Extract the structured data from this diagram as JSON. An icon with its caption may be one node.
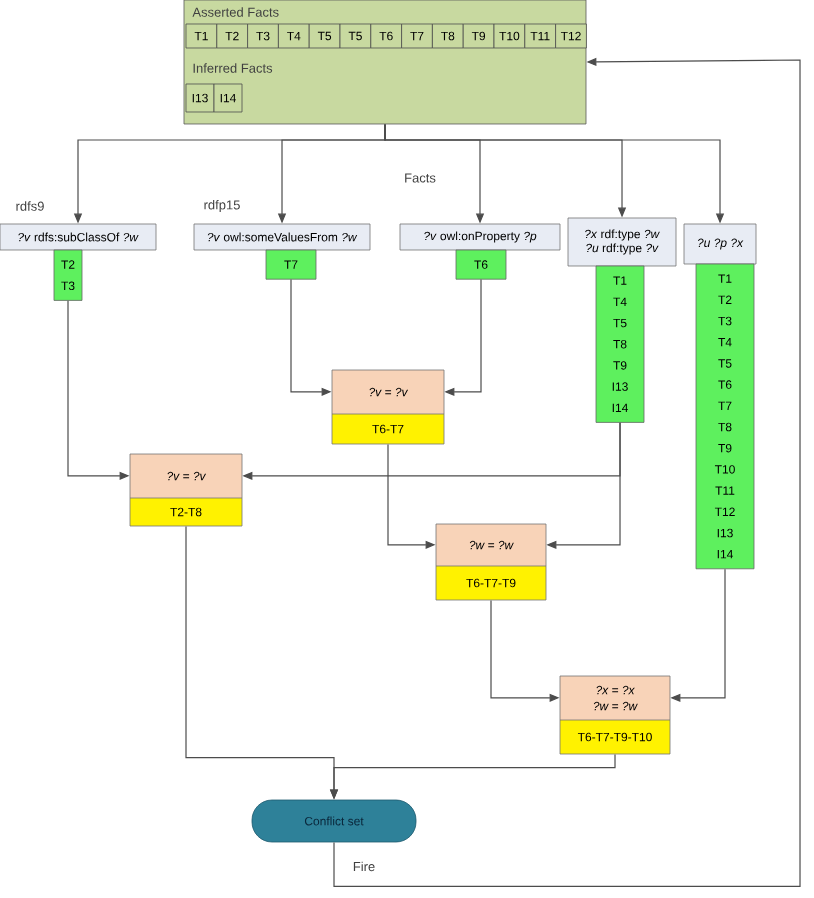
{
  "diagram": {
    "nodes": [
      {
        "text": [
          "Asserted Facts",
          "Inferred Facts"
        ]
      },
      {
        "text": [
          "T1"
        ],
        "in": 0
      },
      {
        "text": [
          "T2"
        ],
        "in": 0
      },
      {
        "text": [
          "T3"
        ],
        "in": 0
      },
      {
        "text": [
          "T4"
        ],
        "in": 0
      },
      {
        "text": [
          "T5"
        ],
        "in": 0
      },
      {
        "text": [
          "T5"
        ],
        "in": 0
      },
      {
        "text": [
          "T6"
        ],
        "in": 0
      },
      {
        "text": [
          "T7"
        ],
        "in": 0
      },
      {
        "text": [
          "T8"
        ],
        "in": 0
      },
      {
        "text": [
          "T9"
        ],
        "in": 0
      },
      {
        "text": [
          "T10"
        ],
        "in": 0
      },
      {
        "text": [
          "T11"
        ],
        "in": 0
      },
      {
        "text": [
          "T12"
        ],
        "in": 0
      },
      {
        "text": [
          "I13"
        ],
        "in": 0
      },
      {
        "text": [
          "I14"
        ],
        "in": 0
      },
      {
        "text": [
          "*?v* rdfs:subClassOf *?w*"
        ],
        "beside": [
          "rdfs9"
        ]
      },
      {
        "text": [
          "T2",
          "T3"
        ]
      },
      {
        "text": [
          "*?v* owl:someValuesFrom *?w*"
        ],
        "beside": [
          "rdfp15"
        ]
      },
      {
        "text": [
          "T7"
        ]
      },
      {
        "text": [
          "*?v* owl:onProperty *?p*"
        ]
      },
      {
        "text": [
          "T6"
        ]
      },
      {
        "text": [
          "*?x* rdf:type *?w*",
          "*?u* rdf:type *?v*"
        ]
      },
      {
        "text": [
          "T1",
          "T4",
          "T5",
          "T8",
          "T9",
          "I13",
          "I14"
        ]
      },
      {
        "text": [
          "?u ?p ?x"
        ]
      },
      {
        "text": [
          "T1",
          "T2",
          "T3",
          "T4",
          "T5",
          "T6",
          "T7",
          "T8",
          "T9",
          "T10",
          "T11",
          "T12",
          "I13",
          "I14"
        ]
      },
      {
        "text": [
          "?v = ?v",
          "T6-T7"
        ]
      },
      {
        "text": [
          "?v = ?v",
          "T2-T8"
        ]
      },
      {
        "text": [
          "?w = ?w",
          "T6-T7-T9"
        ]
      },
      {
        "text": [
          "?x = ?x",
          "?w = ?w",
          "T6-T7-T9-T10"
        ]
      },
      {
        "text": [
          "Conflict set"
        ]
      }
    ],
    "edges": [
      {
        "from": 0,
        "to": 16,
        "arrow": "to"
      },
      {
        "from": 0,
        "to": 18,
        "arrow": "to"
      },
      {
        "from": 0,
        "to": 20,
        "arrow": "to"
      },
      {
        "from": 0,
        "to": 22,
        "arrow": "to"
      },
      {
        "from": 0,
        "to": 24,
        "arrow": "to"
      },
      {
        "from": 17,
        "to": 27,
        "arrow": "to"
      },
      {
        "from": 19,
        "to": 26,
        "arrow": "to"
      },
      {
        "from": 21,
        "to": 26,
        "arrow": "to"
      },
      {
        "from": 23,
        "to": 27,
        "arrow": "to"
      },
      {
        "from": 23,
        "to": 28,
        "arrow": "to"
      },
      {
        "from": 26,
        "to": 28,
        "arrow": "to"
      },
      {
        "from": 28,
        "to": 29,
        "arrow": "to"
      },
      {
        "from": 25,
        "to": 29,
        "arrow": "to"
      },
      {
        "from": 27,
        "to": 30,
        "arrow": "to"
      },
      {
        "from": 29,
        "to": 30,
        "arrow": "to"
      },
      {
        "from": 30,
        "to": 0,
        "arrow": "to",
        "label": "Fire"
      }
    ],
    "labels": [
      "Facts"
    ]
  }
}
